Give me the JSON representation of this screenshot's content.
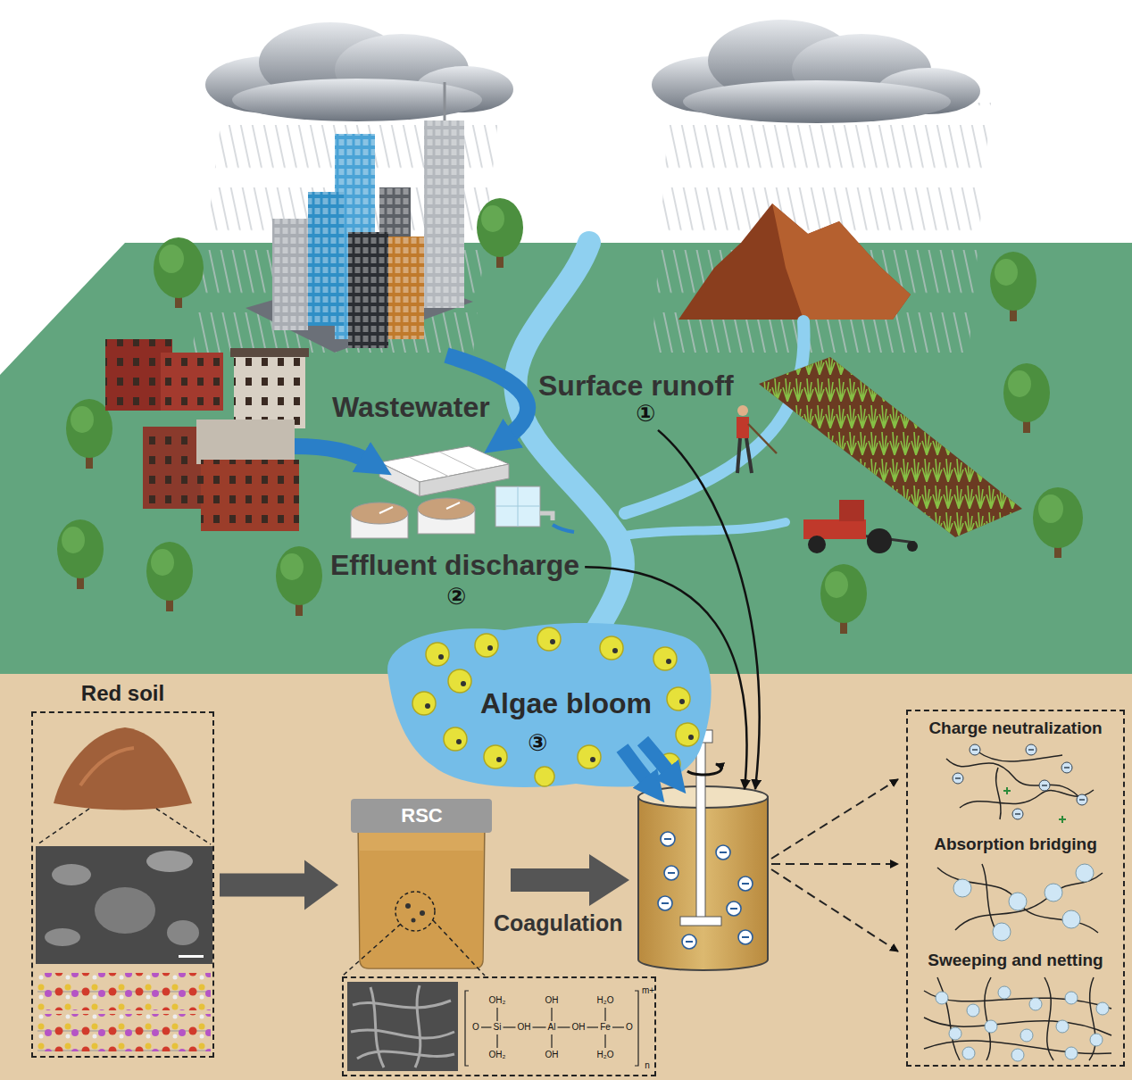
{
  "diagram": {
    "nodes": [
      {
        "text": [
          "Algae bloom",
          "③"
        ]
      },
      {
        "text": [
          "Red soil"
        ]
      },
      {
        "text": [
          "RSC"
        ]
      },
      {
        "text": [
          "OH₂",
          "OH",
          "H₂O",
          "O",
          "Si",
          "OH",
          "Al",
          "OH",
          "Fe",
          "O",
          "OH₂",
          "OH",
          "H₂O",
          "m+",
          "n"
        ]
      },
      {
        "text": [
          "Charge neutralization",
          "Absorption bridging",
          "Sweeping and netting"
        ]
      }
    ],
    "edges": [
      {
        "from": 1,
        "to": 2,
        "arrow": "to"
      }
    ],
    "labels": [
      "Surface runoff",
      "①",
      "Wastewater",
      "Effluent discharge",
      "②",
      "Coagulation"
    ]
  }
}
